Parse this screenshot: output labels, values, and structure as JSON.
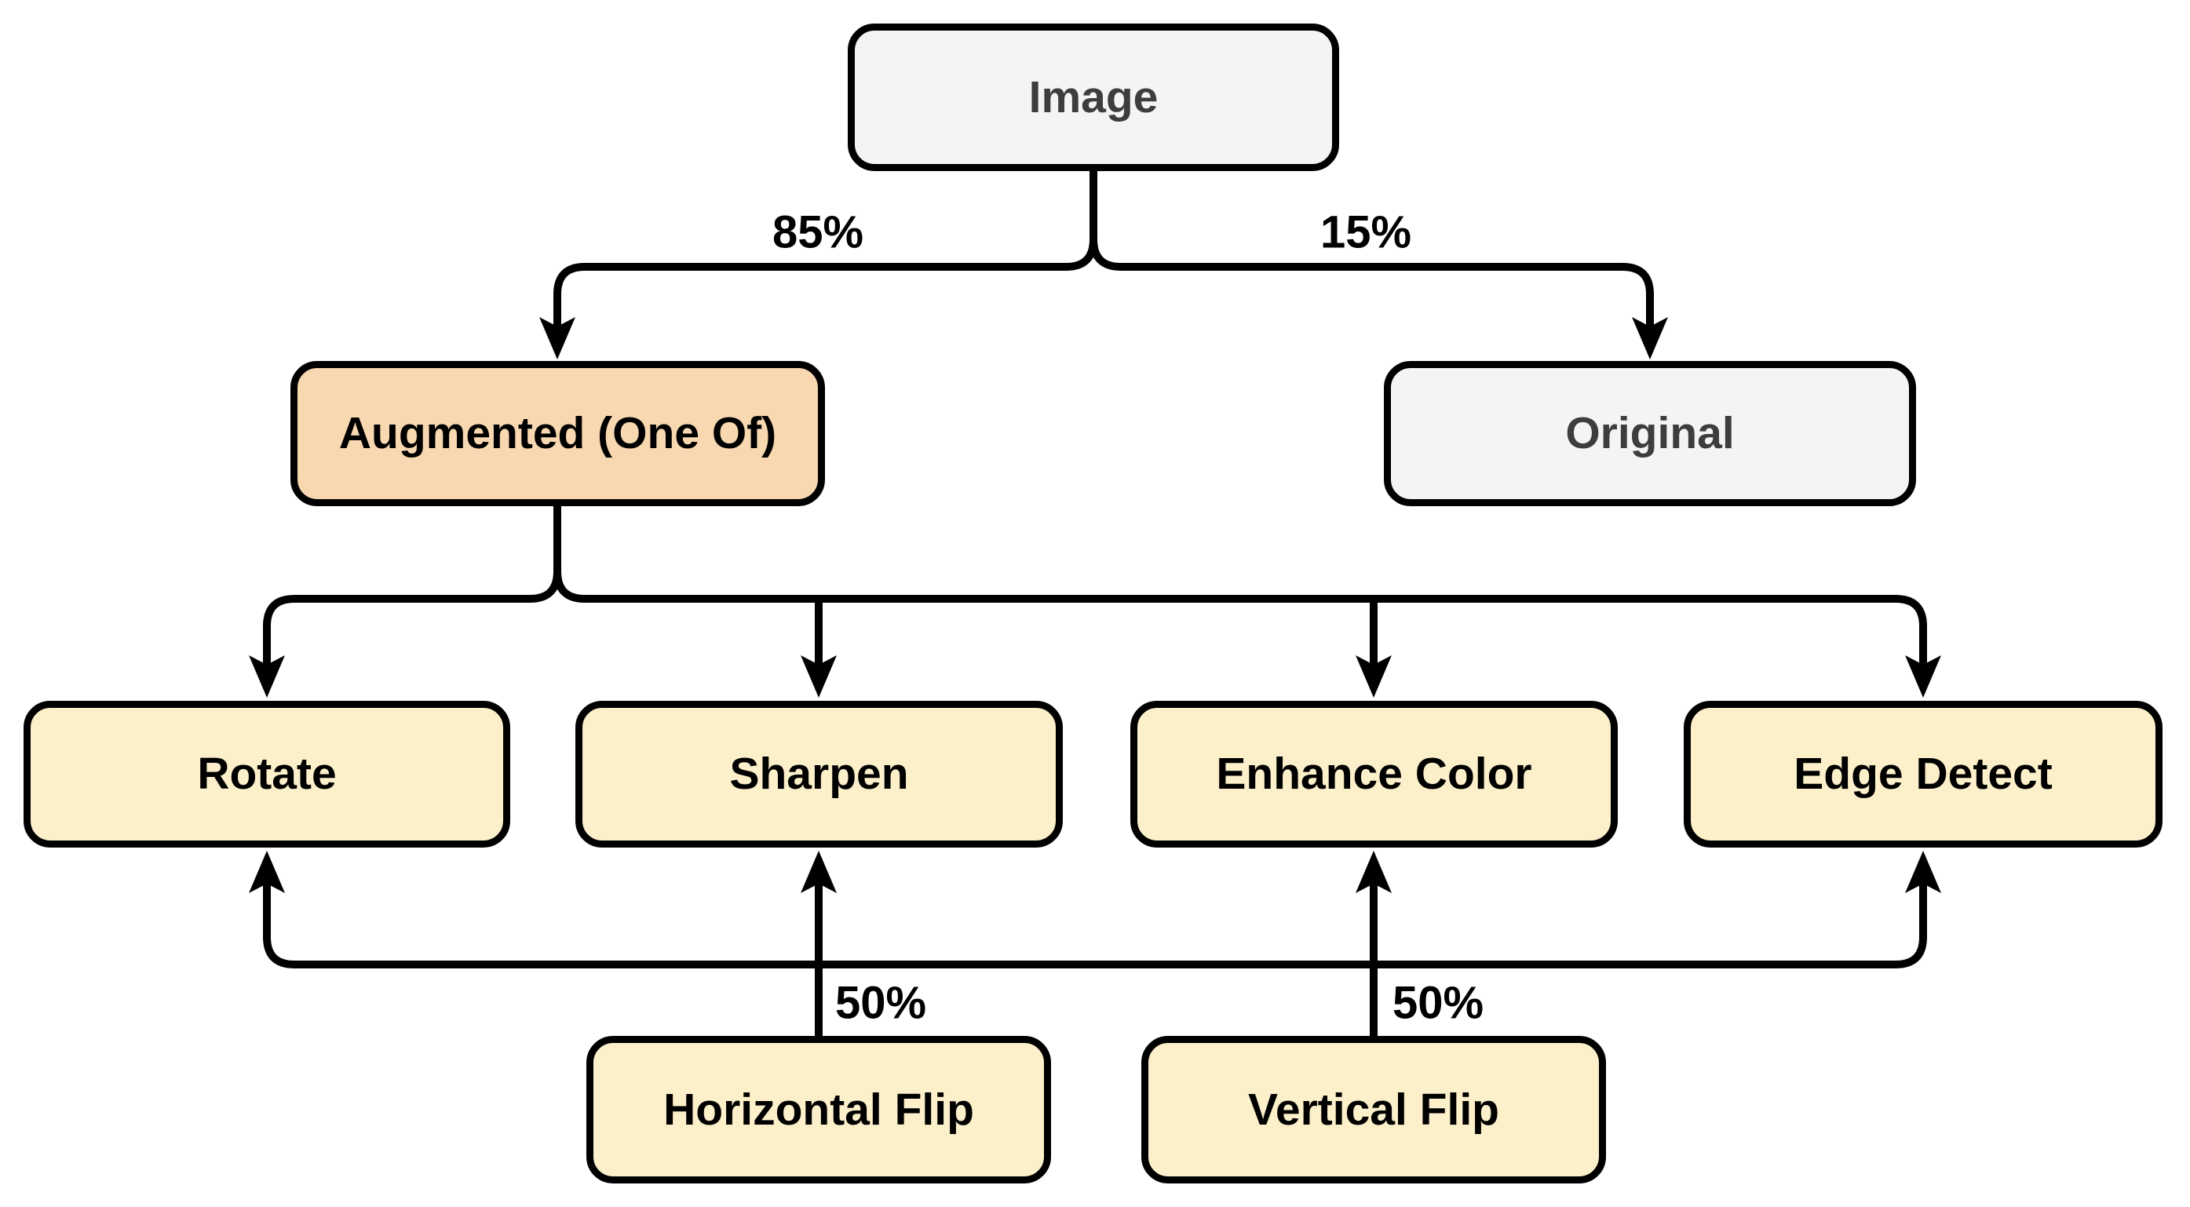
{
  "diagram": {
    "type": "flowchart",
    "description": "Image augmentation pipeline flowchart",
    "colors": {
      "background": "#ffffff",
      "line": "#000000",
      "node_border": "#000000",
      "gray_fill": "#f4f4f4",
      "gray_text": "#3d3d3d",
      "peach_fill": "#f8d8b0",
      "cream_fill": "#fcf0ca",
      "black_text": "#000000"
    },
    "nodes": [
      {
        "id": "image",
        "label": "Image",
        "fill": "#f4f4f4",
        "text_color": "#3d3d3d"
      },
      {
        "id": "augmented",
        "label": "Augmented (One Of)",
        "fill": "#f8d8b0",
        "text_color": "#000000"
      },
      {
        "id": "original",
        "label": "Original",
        "fill": "#f4f4f4",
        "text_color": "#3d3d3d"
      },
      {
        "id": "rotate",
        "label": "Rotate",
        "fill": "#fcf0ca",
        "text_color": "#000000"
      },
      {
        "id": "sharpen",
        "label": "Sharpen",
        "fill": "#fcf0ca",
        "text_color": "#000000"
      },
      {
        "id": "enhance_color",
        "label": "Enhance Color",
        "fill": "#fcf0ca",
        "text_color": "#000000"
      },
      {
        "id": "edge_detect",
        "label": "Edge Detect",
        "fill": "#fcf0ca",
        "text_color": "#000000"
      },
      {
        "id": "horizontal_flip",
        "label": "Horizontal Flip",
        "fill": "#fcf0ca",
        "text_color": "#000000"
      },
      {
        "id": "vertical_flip",
        "label": "Vertical Flip",
        "fill": "#fcf0ca",
        "text_color": "#000000"
      }
    ],
    "edges": [
      {
        "from": "image",
        "to": "augmented",
        "label": "85%"
      },
      {
        "from": "image",
        "to": "original",
        "label": "15%"
      },
      {
        "from": "augmented",
        "to": "rotate",
        "label": ""
      },
      {
        "from": "augmented",
        "to": "sharpen",
        "label": ""
      },
      {
        "from": "augmented",
        "to": "enhance_color",
        "label": ""
      },
      {
        "from": "augmented",
        "to": "edge_detect",
        "label": ""
      },
      {
        "from": "horizontal_flip",
        "to": [
          "rotate",
          "sharpen",
          "enhance_color",
          "edge_detect"
        ],
        "label": "50%"
      },
      {
        "from": "vertical_flip",
        "to": [
          "rotate",
          "sharpen",
          "enhance_color",
          "edge_detect"
        ],
        "label": "50%"
      }
    ]
  }
}
